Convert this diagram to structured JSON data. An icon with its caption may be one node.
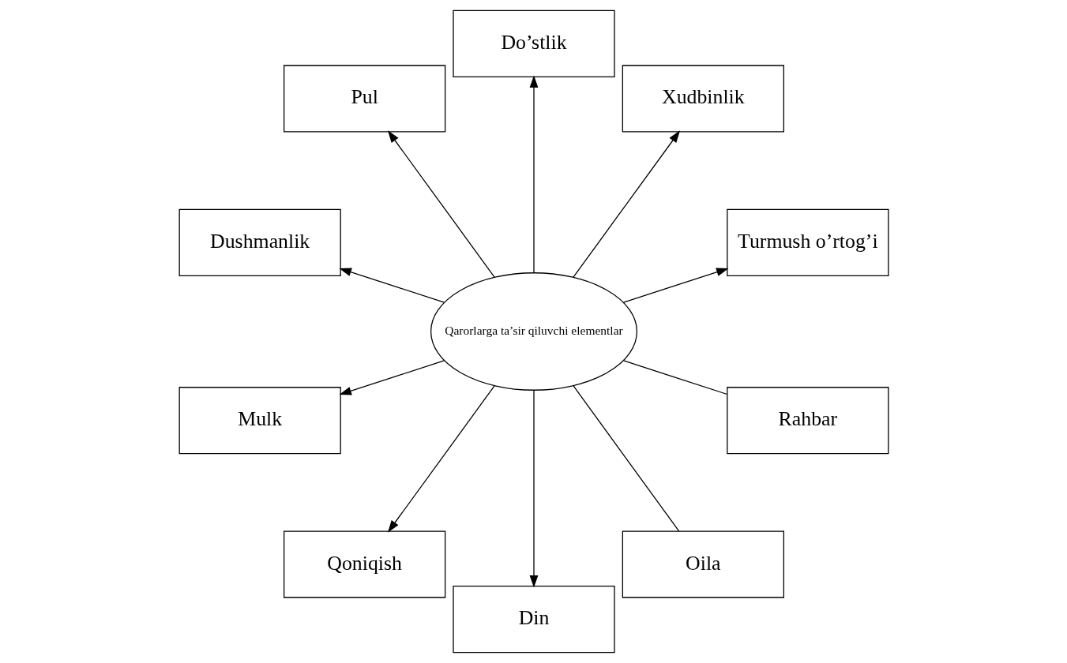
{
  "diagram": {
    "nodes": [
      {
        "text": [
          "Qarorlarga ta’sir qiluvchi elementlar"
        ]
      },
      {
        "text": [
          "Oila"
        ]
      },
      {
        "text": [
          "Rahbar"
        ]
      },
      {
        "text": [
          "Turmush o’rtog’i"
        ]
      },
      {
        "text": [
          "Xudbinlik"
        ]
      },
      {
        "text": [
          "Do’stlik"
        ]
      },
      {
        "text": [
          "Pul"
        ]
      },
      {
        "text": [
          "Dushmanlik"
        ]
      },
      {
        "text": [
          "Mulk"
        ]
      },
      {
        "text": [
          "Qoniqish"
        ]
      },
      {
        "text": [
          "Din"
        ]
      }
    ],
    "edges": [
      {
        "from": 1,
        "to": 0,
        "arrow": "none"
      },
      {
        "from": 2,
        "to": 0,
        "arrow": "none"
      },
      {
        "from": 0,
        "to": 3,
        "arrow": "to"
      },
      {
        "from": 0,
        "to": 4,
        "arrow": "to"
      },
      {
        "from": 0,
        "to": 5,
        "arrow": "to"
      },
      {
        "from": 0,
        "to": 6,
        "arrow": "to"
      },
      {
        "from": 0,
        "to": 7,
        "arrow": "to"
      },
      {
        "from": 0,
        "to": 8,
        "arrow": "to"
      },
      {
        "from": 0,
        "to": 9,
        "arrow": "to"
      },
      {
        "from": 0,
        "to": 10,
        "arrow": "to"
      }
    ]
  }
}
